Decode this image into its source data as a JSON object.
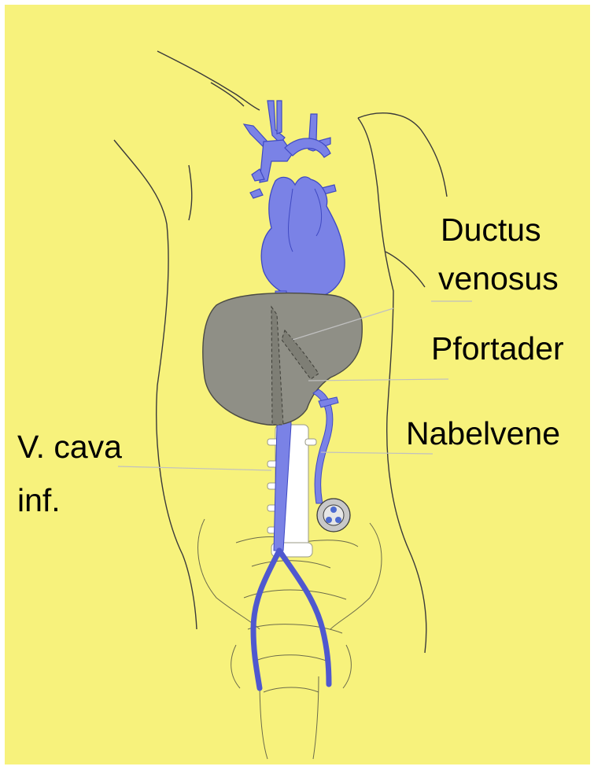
{
  "labels": {
    "ductus_line1": "Ductus",
    "ductus_line2": "venosus",
    "pfortader": "Pfortader",
    "nabelvene": "Nabelvene",
    "vcava_line1": "V. cava",
    "vcava_line2": "inf."
  },
  "colors": {
    "background": "#f7f27c",
    "vessel": "#7a82e6",
    "vessel_dark": "#3f49c2",
    "liver": "#8f8f86",
    "outline": "#3a3a3a"
  }
}
